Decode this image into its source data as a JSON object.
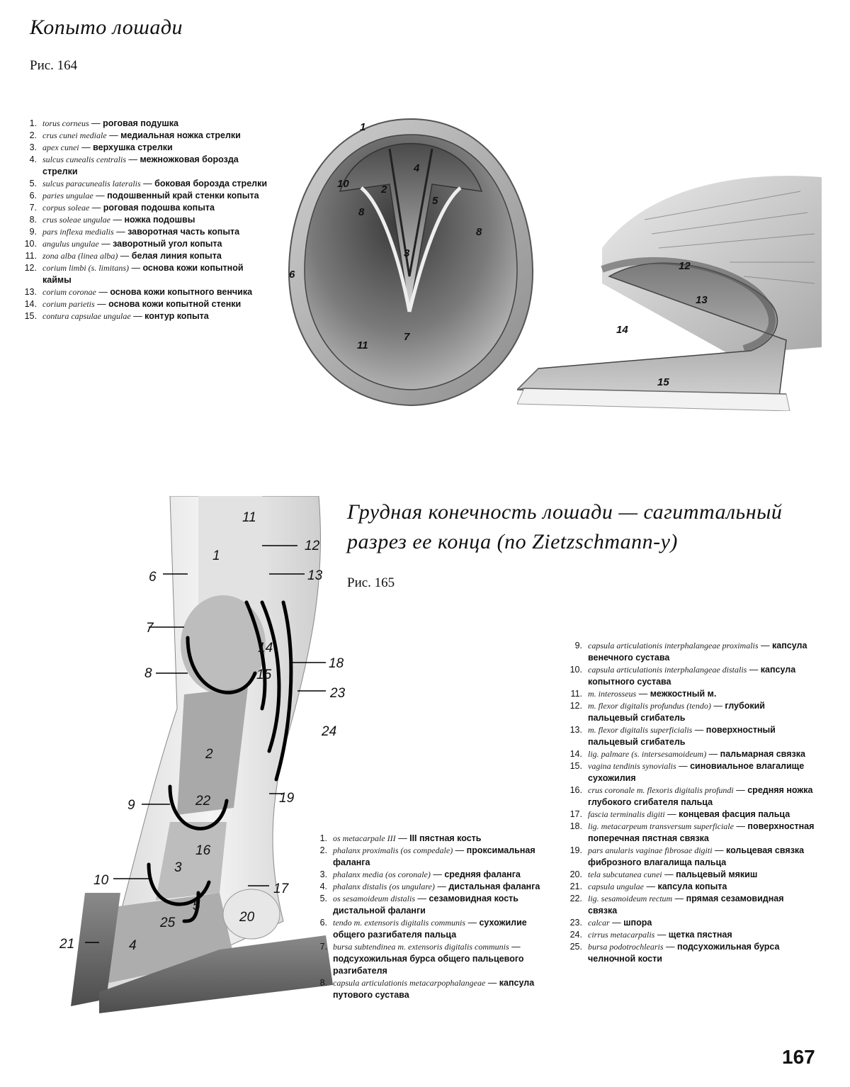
{
  "section1": {
    "title": "Копыто лошади",
    "fig_label": "Рис. 164",
    "legend": [
      {
        "num": "1.",
        "lat": "torus corneus",
        "ru": "роговая подушка"
      },
      {
        "num": "2.",
        "lat": "crus cunei mediale",
        "ru": "медиальная ножка стрелки"
      },
      {
        "num": "3.",
        "lat": "apex cunei",
        "ru": "верхушка стрелки"
      },
      {
        "num": "4.",
        "lat": "sulcus cunealis centralis",
        "ru": "межножковая борозда стрелки"
      },
      {
        "num": "5.",
        "lat": "sulcus paracunealis lateralis",
        "ru": "боковая борозда стрелки"
      },
      {
        "num": "6.",
        "lat": "paries ungulae",
        "ru": "подошвенный край стенки копыта"
      },
      {
        "num": "7.",
        "lat": "corpus soleae",
        "ru": "роговая подошва копыта"
      },
      {
        "num": "8.",
        "lat": "crus soleae ungulae",
        "ru": "ножка подошвы"
      },
      {
        "num": "9.",
        "lat": "pars inflexa medialis",
        "ru": "заворотная часть копыта"
      },
      {
        "num": "10.",
        "lat": "angulus ungulae",
        "ru": "заворотный угол копыта"
      },
      {
        "num": "11.",
        "lat": "zona alba (linea alba)",
        "ru": "белая линия копыта"
      },
      {
        "num": "12.",
        "lat": "corium limbi (s. limitans)",
        "ru": "основа кожи копытной каймы"
      },
      {
        "num": "13.",
        "lat": "corium coronae",
        "ru": "основа кожи копытного венчика"
      },
      {
        "num": "14.",
        "lat": "corium parietis",
        "ru": "основа кожи копытной стенки"
      },
      {
        "num": "15.",
        "lat": "contura capsulae ungulae",
        "ru": "контур копыта"
      }
    ],
    "sole_labels": [
      "1",
      "2",
      "3",
      "4",
      "5",
      "6",
      "7",
      "8",
      "8",
      "10",
      "11"
    ],
    "side_labels": [
      "12",
      "13",
      "14",
      "15"
    ]
  },
  "section2": {
    "title_line1": "Грудная конечность лошади — сагиттальный",
    "title_line2": "разрез ее конца (по Zietzschmann-у)",
    "fig_label": "Рис. 165",
    "legend_left": [
      {
        "num": "1.",
        "lat": "os metacarpale III",
        "ru": "III пястная кость"
      },
      {
        "num": "2.",
        "lat": "phalanx proximalis (os compedale)",
        "ru": "проксимальная фаланга"
      },
      {
        "num": "3.",
        "lat": "phalanx media (os coronale)",
        "ru": "средняя фаланга"
      },
      {
        "num": "4.",
        "lat": "phalanx distalis (os ungulare)",
        "ru": "дистальная фаланга"
      },
      {
        "num": "5.",
        "lat": "os sesamoideum distalis",
        "ru": "сезамовидная кость дистальной фаланги"
      },
      {
        "num": "6.",
        "lat": "tendo m. extensoris digitalis communis",
        "ru": "сухожилие общего разгибателя пальца"
      },
      {
        "num": "7.",
        "lat": "bursa subtendinea m. extensoris digitalis communis",
        "ru": "подсухожильная бурса общего пальцевого разгибателя"
      },
      {
        "num": "8.",
        "lat": "capsula articulationis metacarpophalangeae",
        "ru": "капсула путового сустава"
      }
    ],
    "legend_right": [
      {
        "num": "9.",
        "lat": "capsula articulationis interphalangeae proximalis",
        "ru": "капсула венечного сустава"
      },
      {
        "num": "10.",
        "lat": "capsula articulationis interphalangeae distalis",
        "ru": "капсула копытного сустава"
      },
      {
        "num": "11.",
        "lat": "m. interosseus",
        "ru": "межкостный м."
      },
      {
        "num": "12.",
        "lat": "m. flexor digitalis profundus (tendo)",
        "ru": "глубокий пальцевый сгибатель"
      },
      {
        "num": "13.",
        "lat": "m. flexor digitalis superficialis",
        "ru": "поверхностный пальцевый сгибатель"
      },
      {
        "num": "14.",
        "lat": "lig. palmare (s. intersesamoideum)",
        "ru": "пальмарная связка"
      },
      {
        "num": "15.",
        "lat": "vagina tendinis synovialis",
        "ru": "синовиальное влагалище сухожилия"
      },
      {
        "num": "16.",
        "lat": "crus coronale m. flexoris digitalis profundi",
        "ru": "средняя ножка глубокого сгибателя пальца"
      },
      {
        "num": "17.",
        "lat": "fascia terminalis digiti",
        "ru": "концевая фасция пальца"
      },
      {
        "num": "18.",
        "lat": "lig. metacarpeum transversum superficiale",
        "ru": "поверхностная поперечная пястная связка"
      },
      {
        "num": "19.",
        "lat": "pars anularis vaginae fibrosae digiti",
        "ru": "кольцевая связка фиброзного влагалища пальца"
      },
      {
        "num": "20.",
        "lat": "tela subcutanea cunei",
        "ru": "пальцевый мякиш"
      },
      {
        "num": "21.",
        "lat": "capsula ungulae",
        "ru": "капсула копыта"
      },
      {
        "num": "22.",
        "lat": "lig. sesamoideum rectum",
        "ru": "прямая сезамовидная связка"
      },
      {
        "num": "23.",
        "lat": "calcar",
        "ru": "шпора"
      },
      {
        "num": "24.",
        "lat": "cirrus metacarpalis",
        "ru": "щетка пястная"
      },
      {
        "num": "25.",
        "lat": "bursa podotrochlearis",
        "ru": "подсухожильная бурса челночной кости"
      }
    ],
    "leg_labels": [
      "1",
      "2",
      "3",
      "4",
      "5",
      "6",
      "7",
      "8",
      "9",
      "10",
      "11",
      "12",
      "13",
      "14",
      "15",
      "16",
      "17",
      "18",
      "19",
      "20",
      "21",
      "22",
      "23",
      "24",
      "25"
    ]
  },
  "page_number": "167"
}
